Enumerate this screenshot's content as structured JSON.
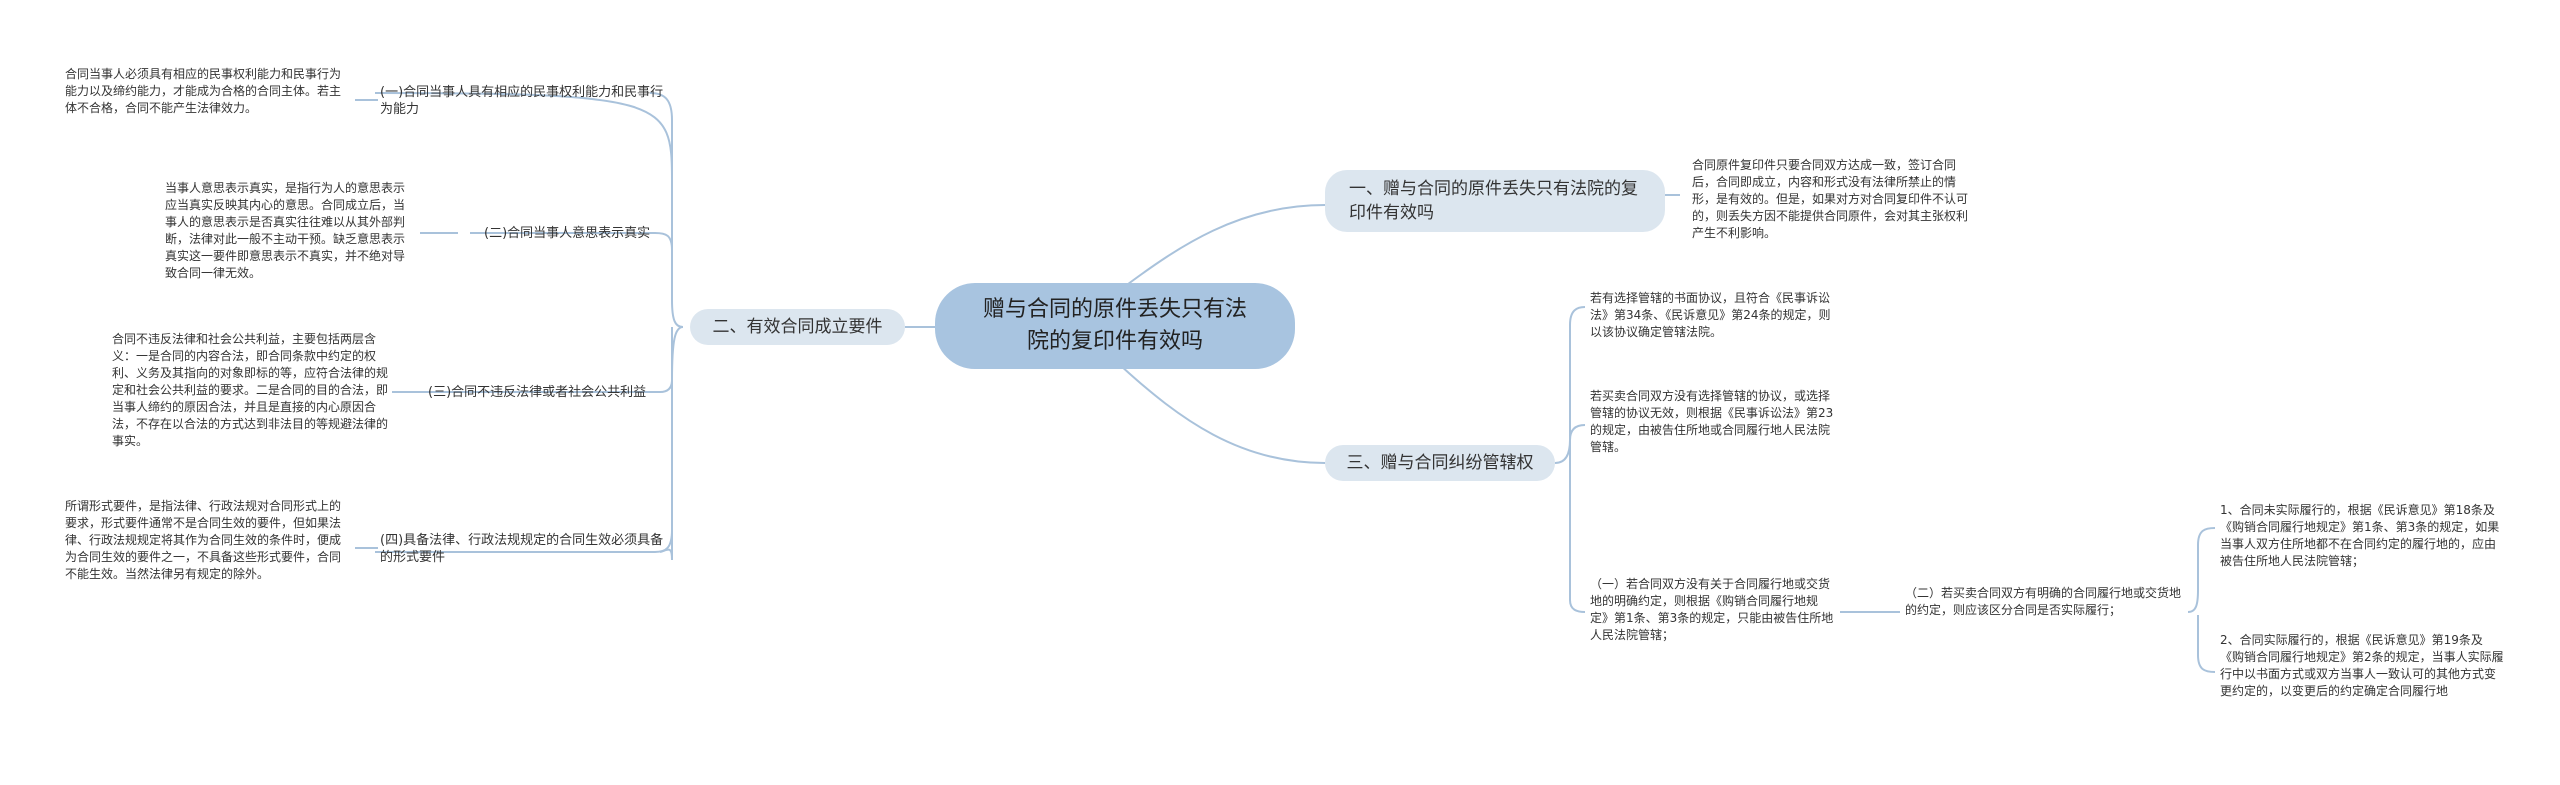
{
  "root": {
    "title": "赠与合同的原件丢失只有法院的复印件有效吗"
  },
  "branches": {
    "b1": {
      "title": "一、赠与合同的原件丢失只有法院的复印件有效吗"
    },
    "b2": {
      "title": "二、有效合同成立要件"
    },
    "b3": {
      "title": "三、赠与合同纠纷管辖权"
    }
  },
  "b1_leaf": "合同原件复印件只要合同双方达成一致，签订合同后，合同即成立，内容和形式没有法律所禁止的情形，是有效的。但是，如果对方对合同复印件不认可的，则丢失方因不能提供合同原件，会对其主张权利产生不利影响。",
  "b2_items": [
    {
      "label": "(一)合同当事人具有相应的民事权利能力和民事行为能力",
      "detail": "合同当事人必须具有相应的民事权利能力和民事行为能力以及缔约能力，才能成为合格的合同主体。若主体不合格，合同不能产生法律效力。"
    },
    {
      "label": "(二)合同当事人意思表示真实",
      "detail": "当事人意思表示真实，是指行为人的意思表示应当真实反映其内心的意思。合同成立后，当事人的意思表示是否真实往往难以从其外部判断，法律对此一般不主动干预。缺乏意思表示真实这一要件即意思表示不真实，并不绝对导致合同一律无效。"
    },
    {
      "label": "(三)合同不违反法律或者社会公共利益",
      "detail": "合同不违反法律和社会公共利益，主要包括两层含义：一是合同的内容合法，即合同条款中约定的权利、义务及其指向的对象即标的等，应符合法律的规定和社会公共利益的要求。二是合同的目的合法，即当事人缔约的原因合法，并且是直接的内心原因合法，不存在以合法的方式达到非法目的等规避法律的事实。"
    },
    {
      "label": "(四)具备法律、行政法规规定的合同生效必须具备的形式要件",
      "detail": "所谓形式要件，是指法律、行政法规对合同形式上的要求，形式要件通常不是合同生效的要件，但如果法律、行政法规规定将其作为合同生效的条件时，便成为合同生效的要件之一，不具备这些形式要件，合同不能生效。当然法律另有规定的除外。"
    }
  ],
  "b3_items": [
    "若有选择管辖的书面协议，且符合《民事诉讼法》第34条、《民诉意见》第24条的规定，则以该协议确定管辖法院。",
    "若买卖合同双方没有选择管辖的协议，或选择管辖的协议无效，则根据《民事诉讼法》第23的规定，由被告住所地或合同履行地人民法院管辖。",
    "（一）若合同双方没有关于合同履行地或交货地的明确约定，则根据《购销合同履行地规定》第1条、第3条的规定，只能由被告住所地人民法院管辖；"
  ],
  "b3_sub": {
    "label": "（二）若买卖合同双方有明确的合同履行地或交货地的约定，则应该区分合同是否实际履行；",
    "children": [
      "1、合同未实际履行的，根据《民诉意见》第18条及《购销合同履行地规定》第1条、第3条的规定，如果当事人双方住所地都不在合同约定的履行地的，应由被告住所地人民法院管辖；",
      "2、合同实际履行的，根据《民诉意见》第19条及《购销合同履行地规定》第2条的规定，当事人实际履行中以书面方式或双方当事人一致认可的其他方式变更约定的，以变更后的约定确定合同履行地"
    ]
  },
  "colors": {
    "edge": "#a9c2db",
    "root": "#a8c4e0",
    "branch": "#dce6ef"
  }
}
